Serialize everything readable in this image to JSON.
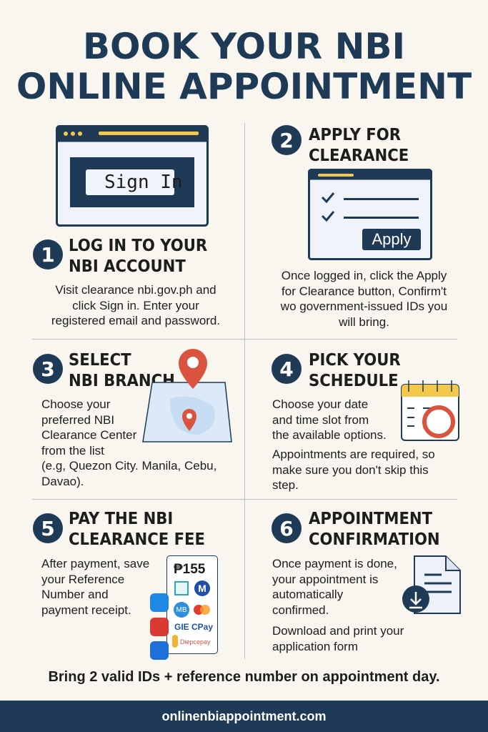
{
  "title": {
    "line1": "BOOK YOUR NBI",
    "line2": "ONLINE APPOINTMENT"
  },
  "steps": [
    {
      "num": "1",
      "heading": "LOG IN TO YOUR\nNBI ACCOUNT",
      "text": "Visit clearance nbi.gov.ph   and\nclick Sign in. Enter your\nregistered email and password.",
      "button": "Sign In"
    },
    {
      "num": "2",
      "heading": "APPLY FOR\nCLEARANCE",
      "text": "Once logged in, click the Apply\nfor Clearance button, Confirm't\nwo government-issued IDs you\nwill bring.",
      "button": "Apply"
    },
    {
      "num": "3",
      "heading": "SELECT\nNBI BRANCH",
      "text": "Choose your\npreferred NBI\nClearance Center\nfrom the list\n(e.g, Quezon City. Manila, Cebu,\nDavao)."
    },
    {
      "num": "4",
      "heading": "PICK YOUR\nSCHEDULE",
      "text": "Choose your date\nand time slot from\nthe available options.",
      "text2": "Appointments are required, so\nmake sure you don't skip this\nstep."
    },
    {
      "num": "5",
      "heading": "PAY THE NBI\nCLEARANCE FEE",
      "text": "After payment, save\nyour Reference\nNumber and\npayment receipt.",
      "fee": "₱155",
      "pay": [
        "M",
        "MB",
        "GIE CPay",
        "Diepcepay"
      ]
    },
    {
      "num": "6",
      "heading": "APPOINTMENT\nCONFIRMATION",
      "text": "Once payment is done,\nyour appointment is\nautomatically\nconfirmed.",
      "text2": "Download and print your\napplication form"
    }
  ],
  "note": "Bring 2 valid IDs + reference number on appointment day.",
  "footer": "onlinenbiappointment.com",
  "colors": {
    "navy": "#1f3a56",
    "red": "#d9533f",
    "yellow": "#f2c94c"
  }
}
